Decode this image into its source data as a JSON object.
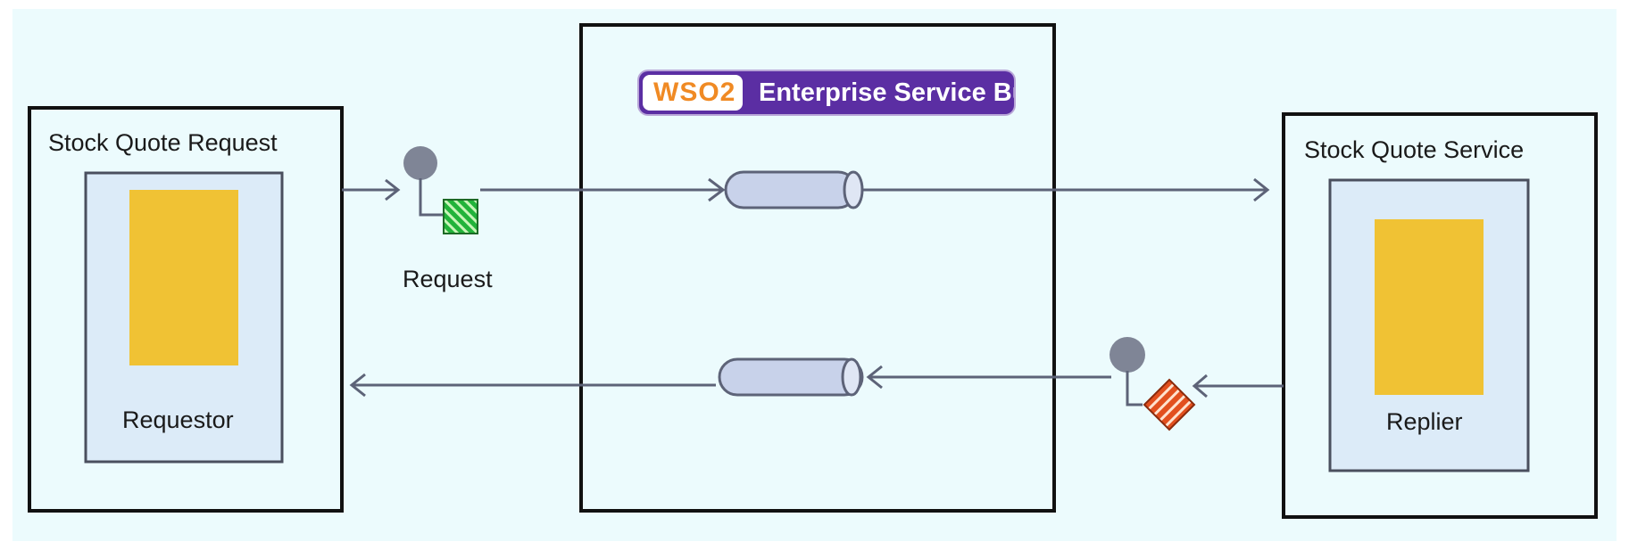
{
  "left_box": {
    "title": "Stock Quote Request",
    "component_label": "Requestor"
  },
  "right_box": {
    "title": "Stock Quote Service",
    "component_label": "Replier"
  },
  "esb": {
    "logo_text": "WSO2",
    "title": "Enterprise Service Bus"
  },
  "request_message": {
    "label": "Request"
  },
  "colors": {
    "background": "#ecfbfd",
    "inner_panel": "#dcebf8",
    "component_fill": "#f0c234",
    "channel_fill": "#c8d2ea",
    "line": "#5d6378",
    "request_message": "#22b33a",
    "reply_message": "#e2501e",
    "endpoint": "#7f8596",
    "esb_badge": "#5b2ea3"
  }
}
